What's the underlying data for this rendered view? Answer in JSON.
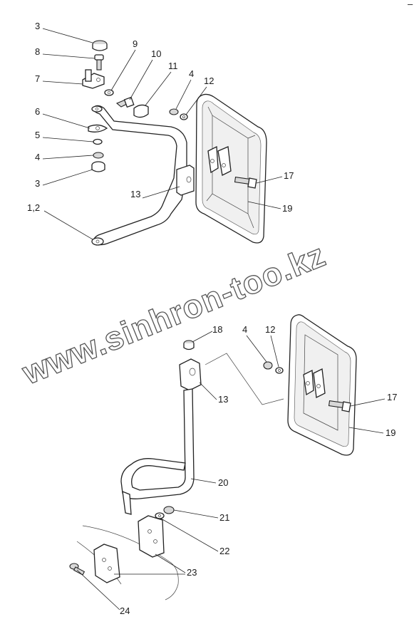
{
  "corner_mark": "–",
  "watermark": "www.sinhron-too.kz",
  "upper_assembly": {
    "labels": [
      "3",
      "8",
      "7",
      "6",
      "5",
      "4",
      "3",
      "1,2",
      "9",
      "10",
      "11",
      "4",
      "12",
      "13",
      "17",
      "19"
    ]
  },
  "lower_assembly": {
    "labels": [
      "18",
      "4",
      "12",
      "13",
      "17",
      "19",
      "20",
      "21",
      "22",
      "23",
      "24"
    ]
  }
}
